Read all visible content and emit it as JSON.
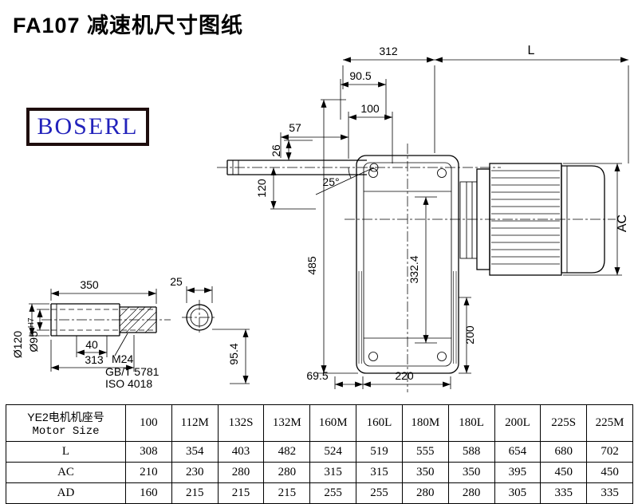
{
  "page": {
    "title": "FA107 减速机尺寸图纸"
  },
  "logo": {
    "text": "BOSERL",
    "text_color": "#2222bb",
    "border_color": "#1e0d0d"
  },
  "drawing": {
    "main_view": {
      "dims": {
        "top_width": "312",
        "motor_length": "L",
        "offset_90_5": "90.5",
        "width_100": "100",
        "width_57": "57",
        "height_26": "26",
        "height_120": "120",
        "angle": "25°",
        "height_485": "485",
        "motor_height": "AC",
        "height_332_4": "332.4",
        "height_200": "200",
        "bottom_69_5": "69.5",
        "bottom_220": "220"
      }
    },
    "shaft_view": {
      "dims": {
        "length_350": "350",
        "width_25": "25",
        "dia_120": "Ø120",
        "dia_95": "Ø95",
        "dia_95_tol": "H7",
        "width_40": "40",
        "length_313": "313",
        "height_95_4": "95.4"
      },
      "notes": {
        "bolt": "M24",
        "std_gb": "GB/T 5781",
        "std_iso": "ISO 4018"
      }
    }
  },
  "table": {
    "header_cn": "YE2电机机座号",
    "header_en": "Motor Size",
    "columns": [
      "100",
      "112M",
      "132S",
      "132M",
      "160M",
      "160L",
      "180M",
      "180L",
      "200L",
      "225S",
      "225M"
    ],
    "rows": [
      {
        "label": "L",
        "values": [
          "308",
          "354",
          "403",
          "482",
          "524",
          "519",
          "555",
          "588",
          "654",
          "680",
          "702"
        ]
      },
      {
        "label": "AC",
        "values": [
          "210",
          "230",
          "280",
          "280",
          "315",
          "315",
          "350",
          "350",
          "395",
          "450",
          "450"
        ]
      },
      {
        "label": "AD",
        "values": [
          "160",
          "215",
          "215",
          "215",
          "255",
          "255",
          "280",
          "280",
          "305",
          "335",
          "335"
        ]
      }
    ]
  }
}
